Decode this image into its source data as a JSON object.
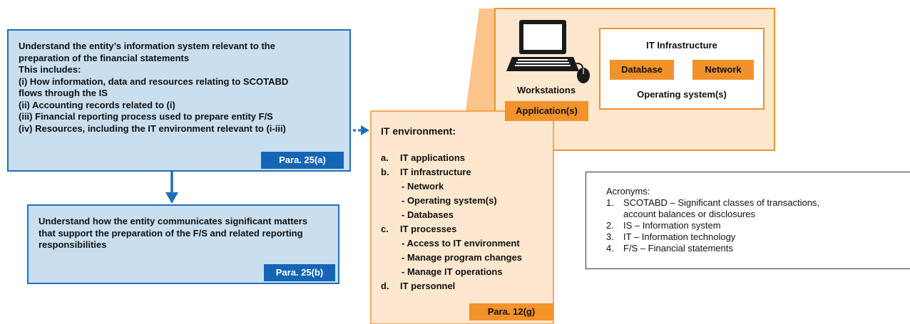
{
  "box_a": {
    "heading": "Understand the entity’s information system relevant to the preparation of the financial statements",
    "includes": "This includes:",
    "items": [
      "(i) How information, data and resources relating to SCOTABD flows through the IS",
      "(ii) Accounting records related to (i)",
      "(iii) Financial reporting process used to prepare entity F/S",
      "(iv) Resources, including the IT environment relevant to (i-iii)"
    ],
    "para": "Para. 25(a)"
  },
  "box_b": {
    "text": "Understand how the entity communicates significant matters that support the preparation of the F/S and related reporting responsibilities",
    "para": "Para. 25(b)"
  },
  "it_env": {
    "title": "IT environment:",
    "items": [
      {
        "marker": "a.",
        "label": "IT applications",
        "subs": []
      },
      {
        "marker": "b.",
        "label": "IT infrastructure",
        "subs": [
          "- Network",
          "- Operating system(s)",
          "- Databases"
        ]
      },
      {
        "marker": "c.",
        "label": "IT processes",
        "subs": [
          "- Access to IT environment",
          "- Manage program changes",
          "- Manage IT operations"
        ]
      },
      {
        "marker": "d.",
        "label": "IT personnel",
        "subs": []
      }
    ],
    "para": "Para. 12(g)"
  },
  "callout": {
    "workstations": "Workstations",
    "applications": "Application(s)",
    "infra_title": "IT Infrastructure",
    "database": "Database",
    "network": "Network",
    "os": "Operating system(s)"
  },
  "acronyms": {
    "title": "Acronyms:",
    "items": [
      {
        "n": "1.",
        "text": "SCOTABD – Significant classes of transactions,",
        "cont": "account balances or disclosures"
      },
      {
        "n": "2.",
        "text": "IS – Information system",
        "cont": ""
      },
      {
        "n": "3.",
        "text": "IT – Information technology",
        "cont": ""
      },
      {
        "n": "4.",
        "text": "F/S – Financial statements",
        "cont": ""
      }
    ]
  },
  "colors": {
    "blue_fill": "#c9dff0",
    "blue_border": "#1f6fb8",
    "para_blue": "#1565b5",
    "orange": "#f2922a",
    "light_orange": "#fde7cf"
  }
}
